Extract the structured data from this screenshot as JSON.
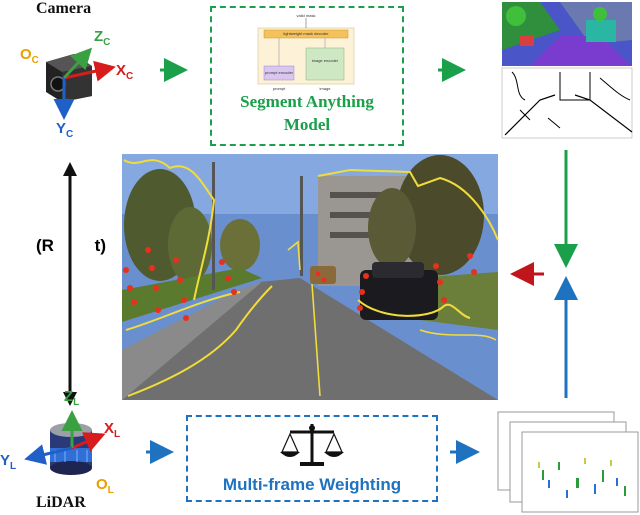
{
  "camera": {
    "title": "Camera",
    "origin": {
      "main": "O",
      "sub": "C"
    },
    "x_axis": {
      "main": "X",
      "sub": "C"
    },
    "y_axis": {
      "main": "Y",
      "sub": "C"
    },
    "z_axis": {
      "main": "Z",
      "sub": "C"
    }
  },
  "lidar": {
    "title": "LiDAR",
    "origin": {
      "main": "O",
      "sub": "L"
    },
    "x_axis": {
      "main": "X",
      "sub": "L"
    },
    "y_axis": {
      "main": "Y",
      "sub": "L"
    },
    "z_axis": {
      "main": "Z",
      "sub": "L"
    }
  },
  "transform": {
    "r": "(R",
    "t": "t)"
  },
  "sam": {
    "line1": "Segment Anything",
    "line2": "Model"
  },
  "mfw": {
    "label": "Multi-frame Weighting"
  },
  "sam_inner": {
    "top": "valid mask",
    "mid": "lightweight mask decoder",
    "left": "prompt encoder",
    "right": "image encoder",
    "bl": "prompt",
    "br": "image"
  },
  "colors": {
    "green": "#1aa04a",
    "blue": "#1e72c0",
    "red": "#c0161b",
    "orange": "#e8a000",
    "black": "#111111"
  }
}
